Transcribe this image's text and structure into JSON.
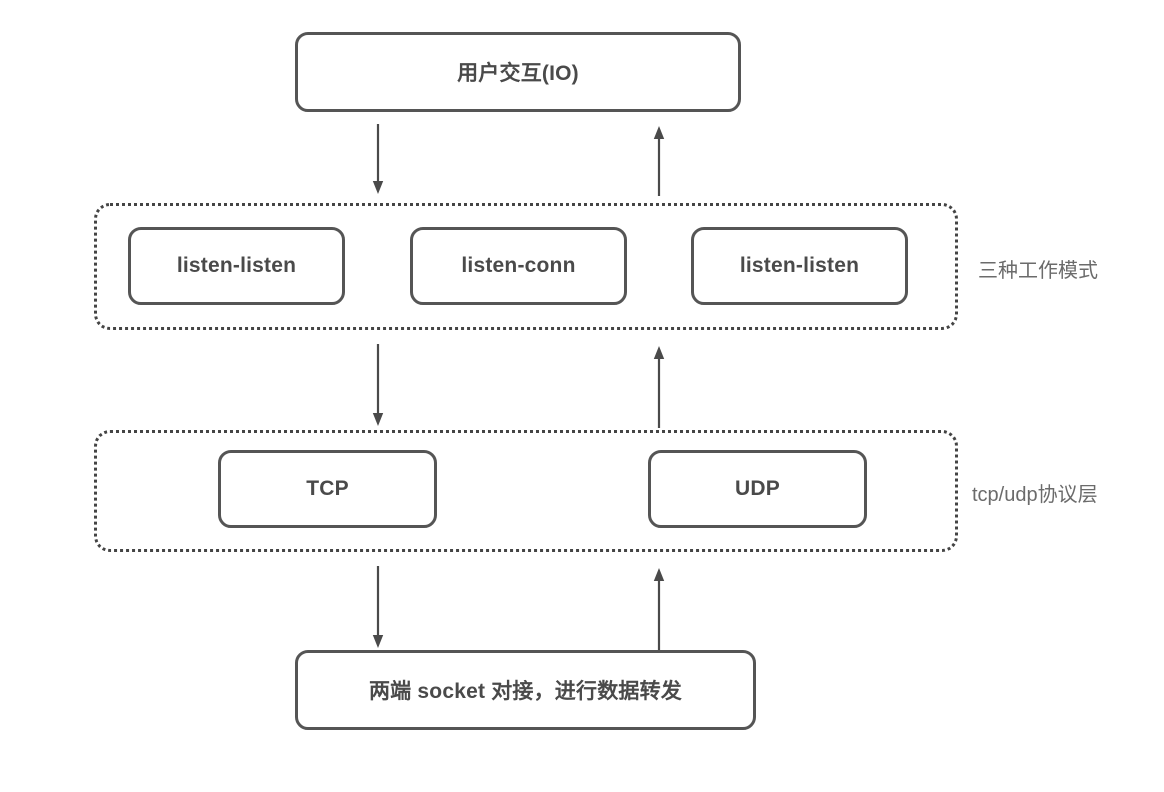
{
  "diagram": {
    "title_box": {
      "label": "用户交互(IO)"
    },
    "layers": [
      {
        "name": "modes-layer",
        "side_label": "三种工作模式",
        "nodes": [
          {
            "label": "listen-listen"
          },
          {
            "label": "listen-conn"
          },
          {
            "label": "listen-listen"
          }
        ]
      },
      {
        "name": "protocol-layer",
        "side_label": "tcp/udp协议层",
        "nodes": [
          {
            "label": "TCP"
          },
          {
            "label": "UDP"
          }
        ]
      }
    ],
    "bottom_box": {
      "label": "两端 socket 对接，进行数据转发"
    },
    "arrows": [
      {
        "name": "arrow-io-to-modes",
        "direction": "down"
      },
      {
        "name": "arrow-modes-to-io",
        "direction": "up"
      },
      {
        "name": "arrow-modes-to-protocol",
        "direction": "down"
      },
      {
        "name": "arrow-protocol-to-modes",
        "direction": "up"
      },
      {
        "name": "arrow-protocol-to-socket",
        "direction": "down"
      },
      {
        "name": "arrow-socket-to-protocol",
        "direction": "up"
      }
    ],
    "colors": {
      "node_border": "#555555",
      "group_border": "#444444",
      "text": "#4a4a4a",
      "side_label_text": "#6b6b6b",
      "arrow": "#4a4a4a",
      "background": "#ffffff"
    }
  }
}
